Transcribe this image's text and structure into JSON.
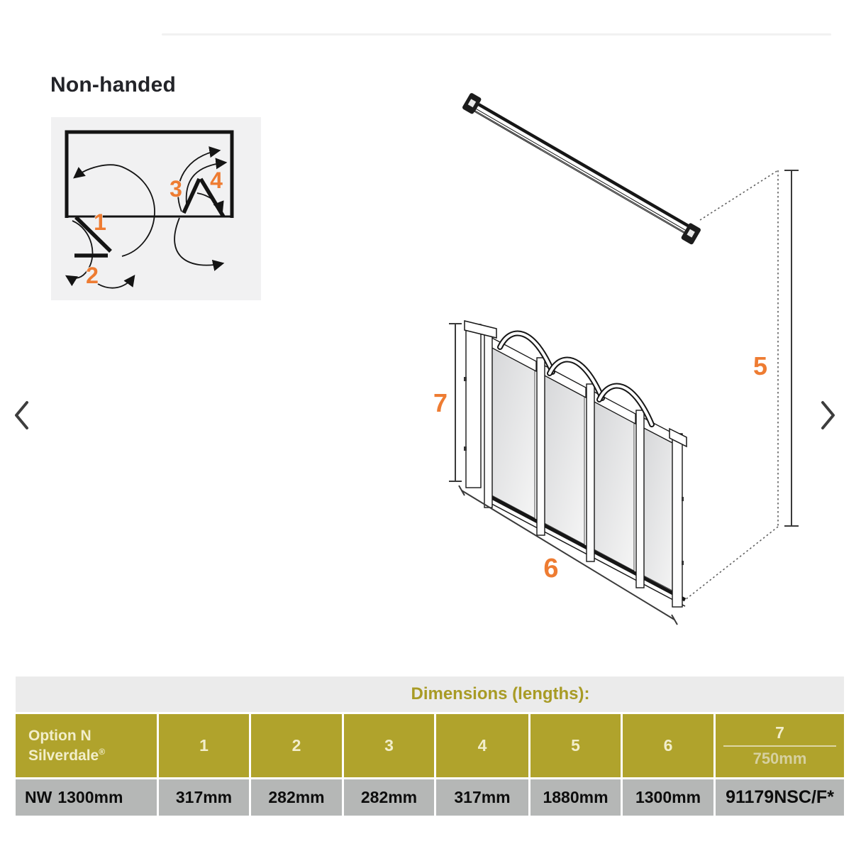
{
  "carousel": {
    "prev_icon": "chevron-left",
    "next_icon": "chevron-right"
  },
  "diagram": {
    "heading": "Non-handed",
    "swing_labels": [
      "1",
      "2",
      "3",
      "4"
    ]
  },
  "drawing": {
    "dim_wall_height": "5",
    "dim_width": "6",
    "dim_screen_height": "7"
  },
  "table": {
    "title": "Dimensions (lengths):",
    "option_line1": "Option N",
    "option_line2": "Silverdale",
    "option_reg": "®",
    "col_headers": [
      "1",
      "2",
      "3",
      "4",
      "5",
      "6"
    ],
    "col7_top": "7",
    "col7_bottom": "750mm",
    "row": {
      "model_prefix": "NW",
      "model_size": "1300mm",
      "values": [
        "317mm",
        "282mm",
        "282mm",
        "317mm",
        "1880mm",
        "1300mm"
      ],
      "code": "91179NSC/F*"
    }
  },
  "colors": {
    "accent_orange": "#ee7c32",
    "olive_header": "#b0a32c",
    "header_text": "#f2eecb",
    "row_gray": "#b5b7b6",
    "title_bg": "#ebebeb",
    "title_text": "#a89b25",
    "line_dark": "#161616"
  }
}
